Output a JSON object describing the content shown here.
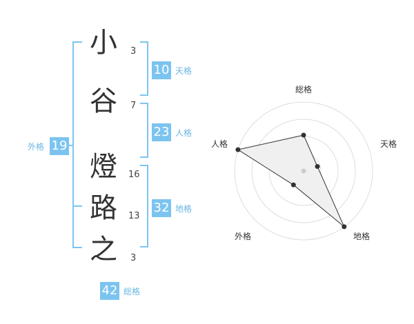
{
  "name": {
    "chars": [
      {
        "char": "小",
        "strokes": "3"
      },
      {
        "char": "谷",
        "strokes": "7"
      },
      {
        "char": "燈",
        "strokes": "16"
      },
      {
        "char": "路",
        "strokes": "13"
      },
      {
        "char": "之",
        "strokes": "3"
      }
    ]
  },
  "fortunes": {
    "tenkaku": {
      "value": "10",
      "label": "天格"
    },
    "jinkaku": {
      "value": "23",
      "label": "人格"
    },
    "chikaku": {
      "value": "32",
      "label": "地格"
    },
    "gaikaku": {
      "value": "19",
      "label": "外格"
    },
    "soukaku": {
      "value": "42",
      "label": "総格"
    }
  },
  "colors": {
    "accent": "#7cc4f0",
    "label": "#6ab6e3"
  },
  "chart_data": {
    "type": "radar",
    "axes": [
      "総格",
      "天格",
      "地格",
      "外格",
      "人格"
    ],
    "values": [
      0.52,
      0.21,
      1.0,
      0.25,
      1.0
    ],
    "rings": 4
  }
}
